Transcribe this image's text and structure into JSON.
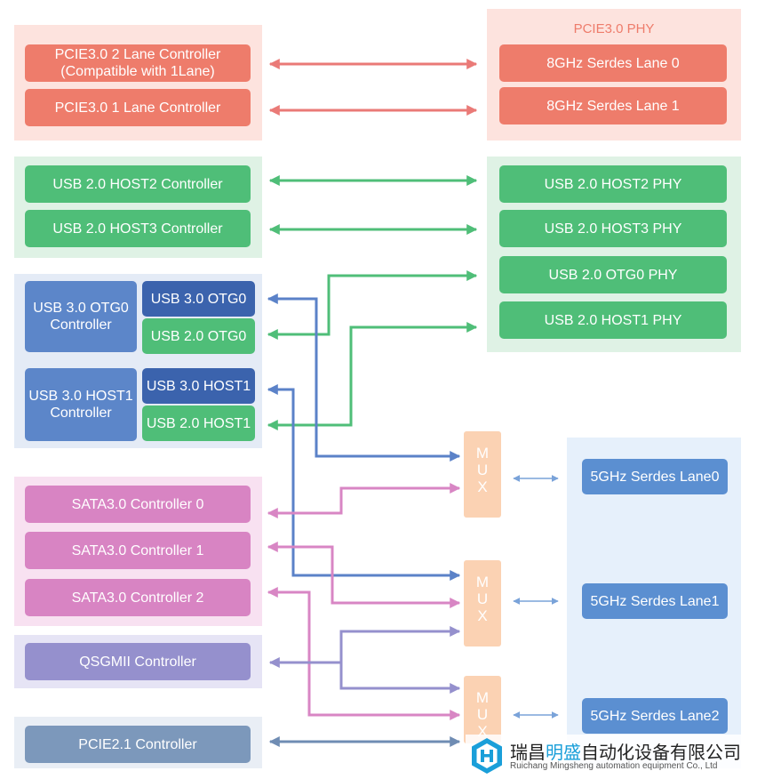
{
  "pcie3": {
    "phy_title": "PCIE3.0 PHY",
    "ctrl_2lane_line1": "PCIE3.0  2 Lane Controller",
    "ctrl_2lane_line2": "(Compatible with 1Lane)",
    "ctrl_1lane": "PCIE3.0  1 Lane Controller",
    "lane0": "8GHz Serdes Lane 0",
    "lane1": "8GHz Serdes Lane 1"
  },
  "usb2": {
    "host2_ctrl": "USB 2.0 HOST2 Controller",
    "host3_ctrl": "USB 2.0 HOST3 Controller",
    "host2_phy": "USB 2.0  HOST2  PHY",
    "host3_phy": "USB 2.0  HOST3  PHY",
    "otg0_phy": "USB 2.0  OTG0  PHY",
    "host1_phy": "USB 2.0  HOST1  PHY"
  },
  "usb3": {
    "otg0_ctrl_line1": "USB 3.0 OTG0",
    "otg0_ctrl_line2": "Controller",
    "otg0_usb3": "USB 3.0 OTG0",
    "otg0_usb2": "USB 2.0 OTG0",
    "host1_ctrl_line1": "USB 3.0 HOST1",
    "host1_ctrl_line2": "Controller",
    "host1_usb3": "USB 3.0 HOST1",
    "host1_usb2": "USB 2.0 HOST1"
  },
  "sata": {
    "ctrl0": "SATA3.0 Controller 0",
    "ctrl1": "SATA3.0 Controller 1",
    "ctrl2": "SATA3.0 Controller 2"
  },
  "qsgmii": {
    "ctrl": "QSGMII Controller"
  },
  "pcie2": {
    "ctrl": "PCIE2.1 Controller"
  },
  "mux": {
    "letters": [
      "M",
      "U",
      "X"
    ]
  },
  "serdes5": {
    "lane0": "5GHz Serdes Lane0",
    "lane1": "5GHz Serdes Lane1",
    "lane2": "5GHz Serdes Lane2"
  },
  "logo": {
    "name_a": "瑞昌",
    "name_b": "明盛",
    "name_c": "自动化设备有限公司",
    "subtitle": "Ruichang Mingsheng automation equipment Co., Ltd"
  },
  "colors": {
    "pcie3_line": "#ea7a77",
    "usb2_line": "#4fbe78",
    "usb3_line": "#5b82c8",
    "sata_line": "#d886c4",
    "qsgmii_line": "#9590cd",
    "pcie2_line": "#6f8cb3",
    "serdes_line": "#7aa3d9"
  }
}
